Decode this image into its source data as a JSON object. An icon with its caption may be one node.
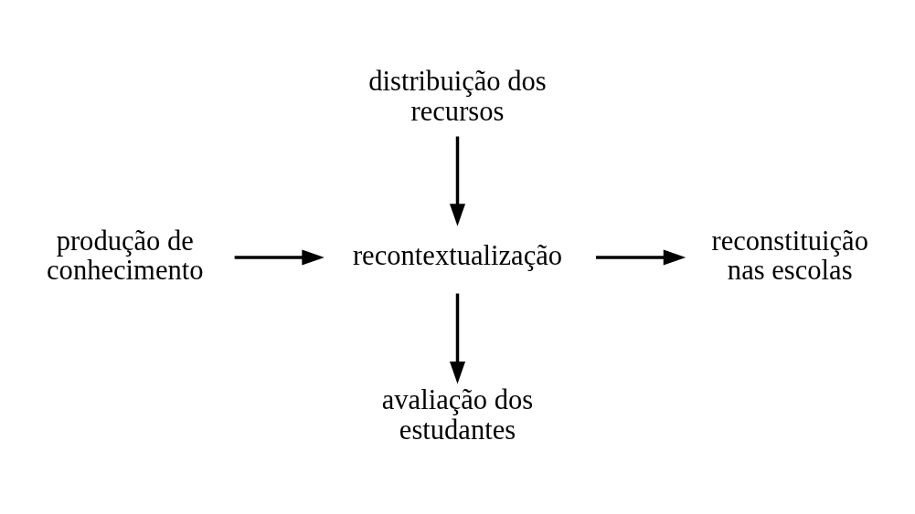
{
  "diagram": {
    "nodes": [
      {
        "text": [
          "distribuição dos recursos"
        ]
      },
      {
        "text": [
          "produção de conhecimento"
        ]
      },
      {
        "text": [
          "recontextualização"
        ]
      },
      {
        "text": [
          "reconstituição nas escolas"
        ]
      },
      {
        "text": [
          "avaliação dos estudantes"
        ]
      }
    ],
    "edges": [
      {
        "from": 0,
        "to": 2,
        "arrow": "to"
      },
      {
        "from": 1,
        "to": 2,
        "arrow": "to"
      },
      {
        "from": 2,
        "to": 3,
        "arrow": "to"
      },
      {
        "from": 2,
        "to": 4,
        "arrow": "to"
      }
    ]
  }
}
